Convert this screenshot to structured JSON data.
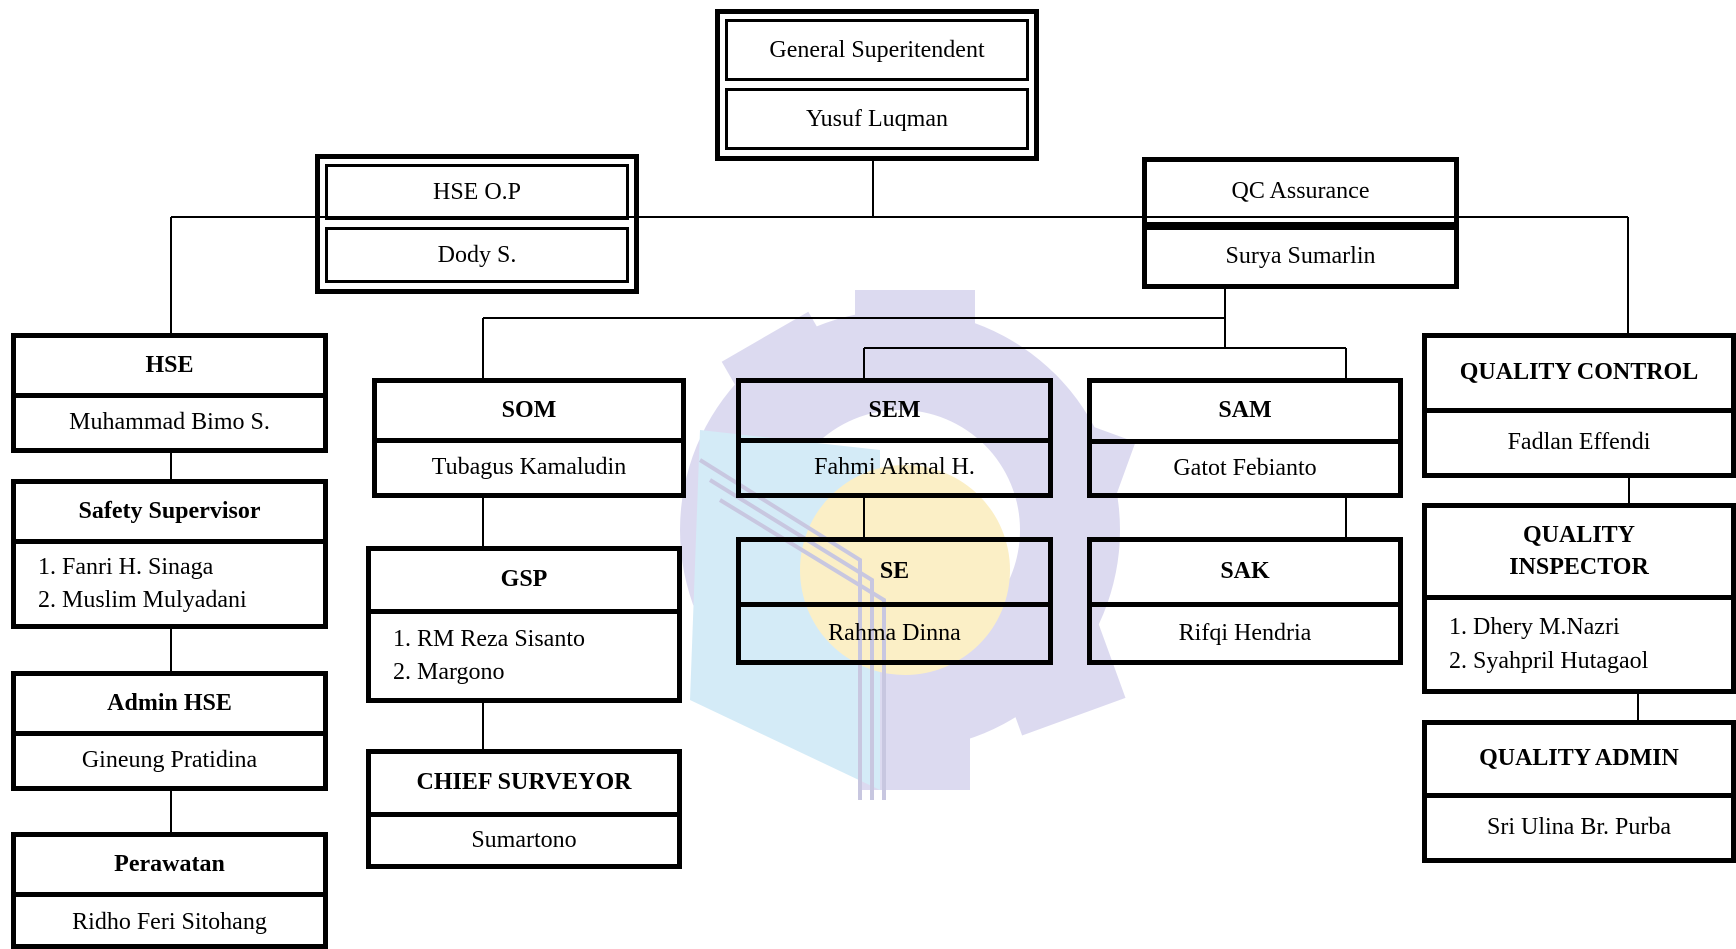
{
  "colors": {
    "line": "#000000",
    "watermark_gear": "#d6d4ec",
    "watermark_blue": "#cfe8f5",
    "watermark_yellow": "#fbeec2"
  },
  "top": {
    "title": "General Superitendent",
    "name": "Yusuf Luqman"
  },
  "hse_op": {
    "title": "HSE O.P",
    "name": "Dody S."
  },
  "qc_assurance": {
    "title": "QC Assurance",
    "name": "Surya Sumarlin"
  },
  "hse": {
    "title": "HSE",
    "name": "Muhammad Bimo S."
  },
  "safety_supervisor": {
    "title": "Safety Supervisor",
    "names": [
      "1. Fanri H. Sinaga",
      "2. Muslim Mulyadani"
    ]
  },
  "admin_hse": {
    "title": "Admin HSE",
    "name": "Gineung Pratidina"
  },
  "perawatan": {
    "title": "Perawatan",
    "name": "Ridho Feri Sitohang"
  },
  "som": {
    "title": "SOM",
    "name": "Tubagus Kamaludin"
  },
  "gsp": {
    "title": "GSP",
    "names": [
      "1. RM Reza Sisanto",
      "2. Margono"
    ]
  },
  "chief_surveyor": {
    "title": "CHIEF SURVEYOR",
    "name": "Sumartono"
  },
  "sem": {
    "title": "SEM",
    "name": "Fahmi Akmal H."
  },
  "se": {
    "title": "SE",
    "name": "Rahma Dinna"
  },
  "sam": {
    "title": "SAM",
    "name": "Gatot Febianto"
  },
  "sak": {
    "title": "SAK",
    "name": "Rifqi Hendria"
  },
  "quality_control": {
    "title": "QUALITY CONTROL",
    "name": "Fadlan Effendi"
  },
  "quality_inspector": {
    "title": "QUALITY INSPECTOR",
    "names": [
      "1. Dhery M.Nazri",
      "2. Syahpril Hutagaol"
    ]
  },
  "quality_admin": {
    "title": "QUALITY ADMIN",
    "name": "Sri Ulina Br. Purba"
  }
}
